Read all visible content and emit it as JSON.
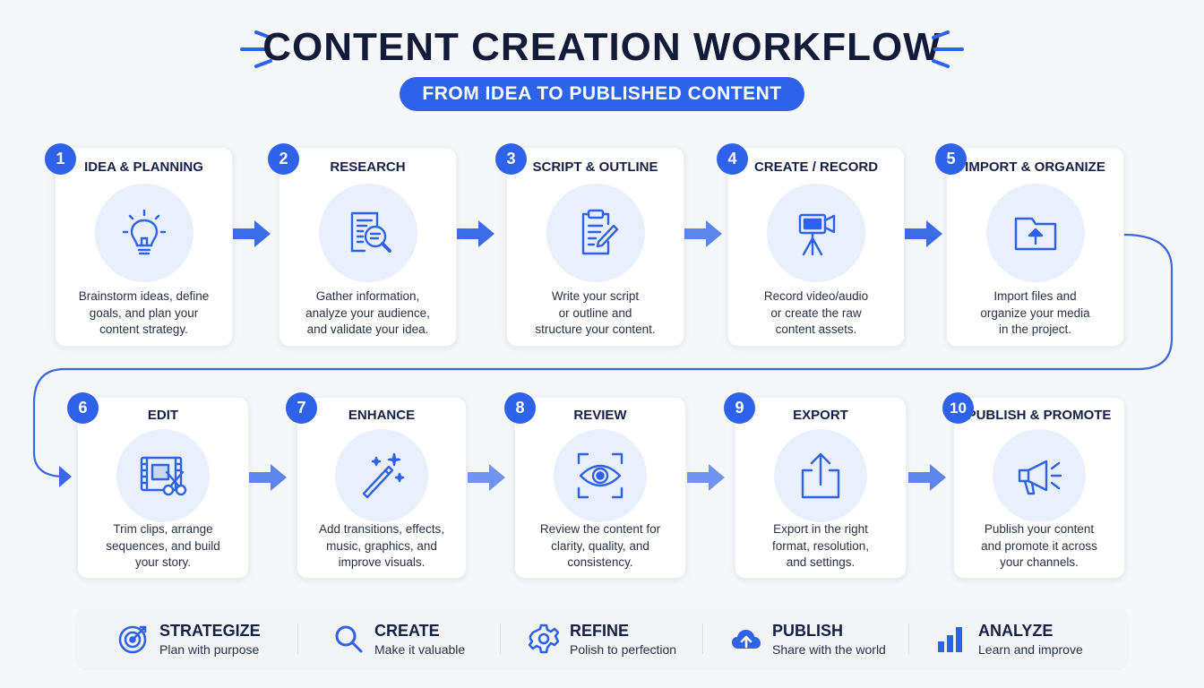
{
  "header": {
    "title": "CONTENT CREATION WORKFLOW",
    "subtitle": "FROM IDEA TO PUBLISHED CONTENT"
  },
  "colors": {
    "accent": "#2f62ea",
    "icon_bg": "#eaf0fb",
    "title": "#141b3a",
    "background": "#f6f7f9"
  },
  "steps": [
    {
      "number": "1",
      "title": "IDEA & PLANNING",
      "icon": "lightbulb-icon",
      "desc": [
        "Brainstorm ideas, define",
        "goals, and plan your",
        "content strategy."
      ]
    },
    {
      "number": "2",
      "title": "RESEARCH",
      "icon": "research-magnifier-icon",
      "desc": [
        "Gather information,",
        "analyze your audience,",
        "and validate your idea."
      ]
    },
    {
      "number": "3",
      "title": "SCRIPT & OUTLINE",
      "icon": "clipboard-pencil-icon",
      "desc": [
        "Write your script",
        "or outline and",
        "structure your content."
      ]
    },
    {
      "number": "4",
      "title": "CREATE / RECORD",
      "icon": "video-camera-icon",
      "desc": [
        "Record video/audio",
        "or create the raw",
        "content assets."
      ]
    },
    {
      "number": "5",
      "title": "IMPORT & ORGANIZE",
      "icon": "folder-upload-icon",
      "desc": [
        "Import files and",
        "organize your media",
        "in the project."
      ]
    },
    {
      "number": "6",
      "title": "EDIT",
      "icon": "film-scissors-icon",
      "desc": [
        "Trim clips, arrange",
        "sequences, and build",
        "your story."
      ]
    },
    {
      "number": "7",
      "title": "ENHANCE",
      "icon": "magic-wand-icon",
      "desc": [
        "Add transitions, effects,",
        "music, graphics, and",
        "improve visuals."
      ]
    },
    {
      "number": "8",
      "title": "REVIEW",
      "icon": "eye-icon",
      "desc": [
        "Review the content for",
        "clarity, quality, and",
        "consistency."
      ]
    },
    {
      "number": "9",
      "title": "EXPORT",
      "icon": "export-icon",
      "desc": [
        "Export in the right",
        "format, resolution,",
        "and settings."
      ]
    },
    {
      "number": "10",
      "title": "PUBLISH & PROMOTE",
      "icon": "megaphone-icon",
      "desc": [
        "Publish your content",
        "and promote it across",
        "your channels."
      ]
    }
  ],
  "footer": [
    {
      "title": "STRATEGIZE",
      "sub": "Plan with purpose",
      "icon": "target-icon"
    },
    {
      "title": "CREATE",
      "sub": "Make it valuable",
      "icon": "search-icon"
    },
    {
      "title": "REFINE",
      "sub": "Polish to perfection",
      "icon": "gear-icon"
    },
    {
      "title": "PUBLISH",
      "sub": "Share with the world",
      "icon": "cloud-upload-icon"
    },
    {
      "title": "ANALYZE",
      "sub": "Learn and improve",
      "icon": "bar-chart-icon"
    }
  ]
}
